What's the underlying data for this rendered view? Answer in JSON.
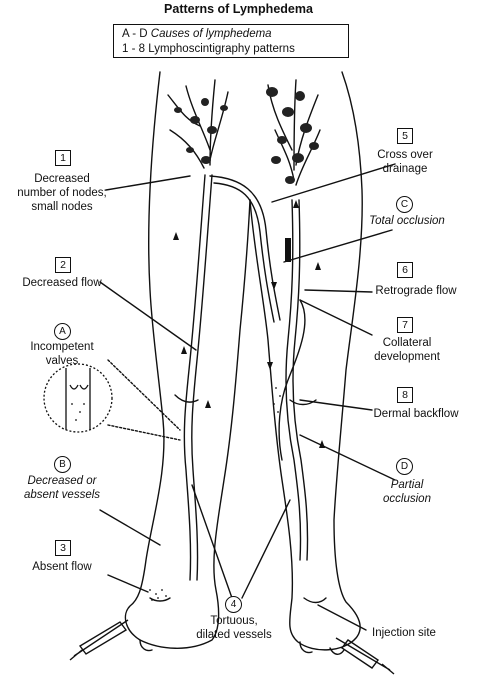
{
  "title": "Patterns of Lymphedema",
  "legend": {
    "line1_prefix": "A - D",
    "line1_text": "Causes of lymphedema",
    "line2_prefix": "1 - 8",
    "line2_text": "Lymphoscintigraphy patterns"
  },
  "labels": {
    "n1": {
      "marker": "1",
      "line1": "Decreased",
      "line2": "number of nodes;",
      "line3": "small nodes"
    },
    "n2": {
      "marker": "2",
      "line1": "Decreased flow"
    },
    "nA": {
      "marker": "A",
      "line1": "Incompetent",
      "line2": "valves"
    },
    "nB": {
      "marker": "B",
      "line1": "Decreased or",
      "line2": "absent vessels"
    },
    "n3": {
      "marker": "3",
      "line1": "Absent flow"
    },
    "n4": {
      "marker": "4",
      "line1": "Tortuous,",
      "line2": "dilated vessels"
    },
    "n5": {
      "marker": "5",
      "line1": "Cross over",
      "line2": "drainage"
    },
    "nC": {
      "marker": "C",
      "line1": "Total occlusion"
    },
    "n6": {
      "marker": "6",
      "line1": "Retrograde flow"
    },
    "n7": {
      "marker": "7",
      "line1": "Collateral",
      "line2": "development"
    },
    "n8": {
      "marker": "8",
      "line1": "Dermal backflow"
    },
    "nD": {
      "marker": "D",
      "line1": "Partial",
      "line2": "occlusion"
    },
    "injection": "Injection site"
  }
}
